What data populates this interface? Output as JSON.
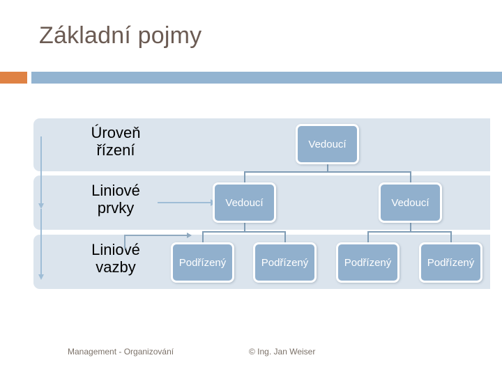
{
  "slide": {
    "title": "Základní pojmy",
    "accent_orange": "#df8244",
    "accent_blue": "#93b4d1",
    "title_color": "#6b5b53"
  },
  "diagram": {
    "band_color": "#dbe4ed",
    "node_color": "#91b0cd",
    "connector_color": "#7f9cb5",
    "arrow_color": "#9fbdd6",
    "rows": [
      {
        "label": "Úroveň\nřízení"
      },
      {
        "label": "Liniové\nprvky"
      },
      {
        "label": "Liniové\nvazby"
      }
    ],
    "row_labels": {
      "row1_line1": "Úroveň",
      "row1_line2": "řízení",
      "row2_line1": "Liniové",
      "row2_line2": "prvky",
      "row3_line1": "Liniové",
      "row3_line2": "vazby"
    },
    "org_chart": {
      "top": {
        "label": "Vedoucí"
      },
      "middle": [
        {
          "label": "Vedoucí"
        },
        {
          "label": "Vedoucí"
        }
      ],
      "leaves": [
        {
          "label": "Podřízený"
        },
        {
          "label": "Podřízený"
        },
        {
          "label": "Podřízený"
        },
        {
          "label": "Podřízený"
        }
      ]
    }
  },
  "footer": {
    "left": "Management - Organizování",
    "right": "© Ing. Jan Weiser"
  }
}
